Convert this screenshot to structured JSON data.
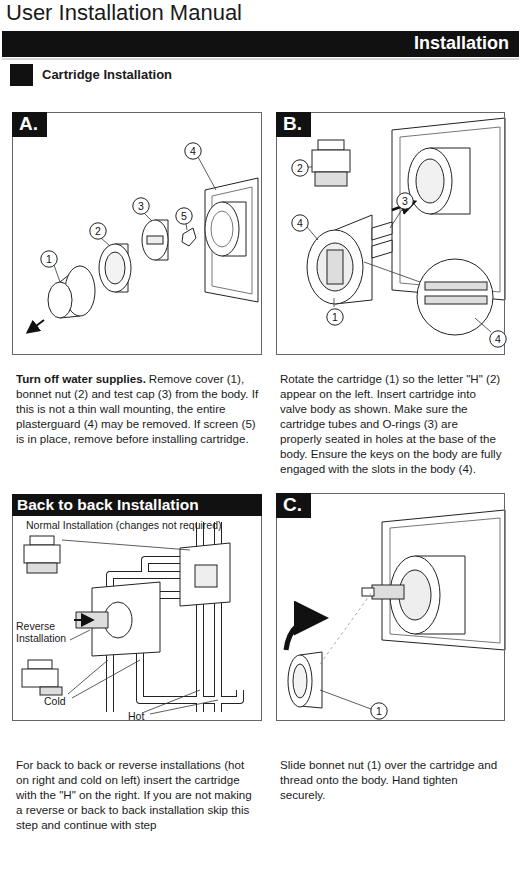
{
  "diagram": {
    "title": "User Installation Manual",
    "nodes": [
      {
        "text": [
          "A."
        ]
      },
      {
        "text": [
          "1"
        ],
        "in": 0
      },
      {
        "text": [
          "2"
        ],
        "in": 0
      },
      {
        "text": [
          "3"
        ],
        "in": 0
      },
      {
        "text": [
          "4"
        ],
        "in": 0
      },
      {
        "text": [
          "5"
        ],
        "in": 0
      },
      {
        "text": [
          "B."
        ]
      },
      {
        "text": [
          "2"
        ],
        "in": 6
      },
      {
        "text": [
          "3"
        ],
        "in": 6
      },
      {
        "text": [
          "4"
        ],
        "in": 6
      },
      {
        "text": [
          "1"
        ],
        "in": 6
      },
      {
        "text": [
          "4"
        ],
        "in": 6
      },
      {
        "text": [
          "Back to back Installation"
        ]
      },
      {
        "text": [
          "C."
        ]
      },
      {
        "text": [
          "1"
        ],
        "in": 13
      }
    ],
    "labels": [
      "Installation",
      "Cartridge Installation",
      "Turn off water supplies.",
      "Remove cover (1), bonnet nut (2) and test cap (3) from the body. If this is not a thin wall mounting, the entire plasterguard (4) may be removed. If screen (5) is in place, remove before installing cartridge.",
      "Rotate the cartridge (1) so the letter \"H\" (2) appear on the left. Insert cartridge into valve body as shown. Make sure the cartridge tubes and O-rings (3) are properly seated in holes at the base of the body. Ensure the keys on the body are fully engaged with the slots in the body (4).",
      "Normal Installation (changes not required)",
      "Reverse Installation",
      "Cold",
      "Hot",
      "For back to back or reverse installations (hot on right and cold on left) insert the cartridge with the \"H\" on the right. If you are not making a reverse or back to back installation skip this step and continue with step",
      "Slide bonnet nut (1) over the cartridge and thread onto the body. Hand tighten securely."
    ]
  }
}
